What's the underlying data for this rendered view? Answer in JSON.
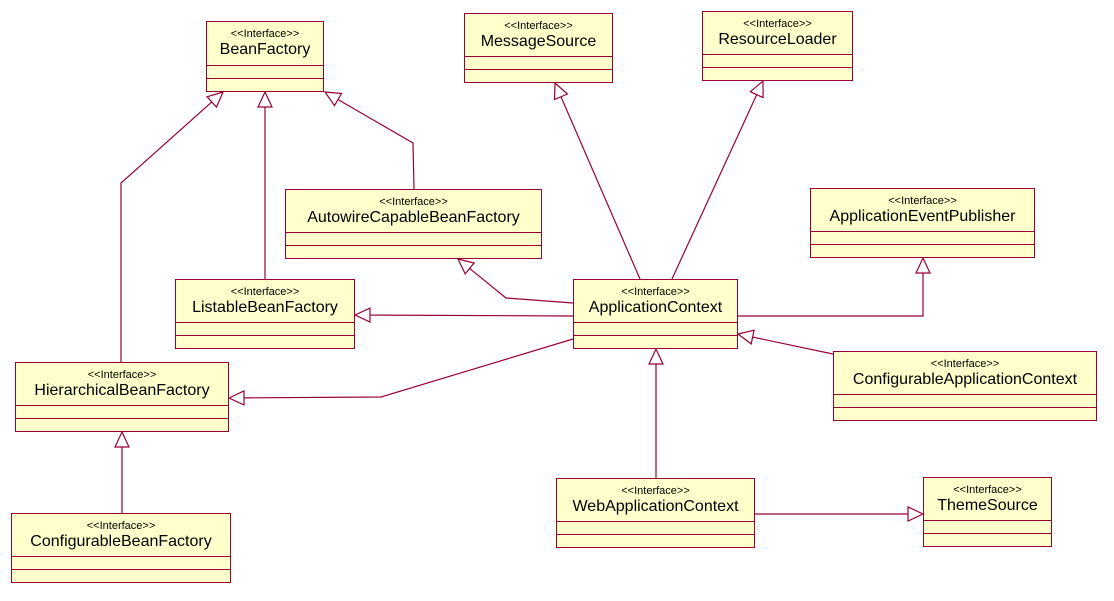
{
  "colors": {
    "line": "#990033",
    "fill": "#ffffcc",
    "background": "#ffffff"
  },
  "stereotype": "<<Interface>>",
  "interfaces": {
    "bean_factory": "BeanFactory",
    "message_source": "MessageSource",
    "resource_loader": "ResourceLoader",
    "autowire_capable_bean_factory": "AutowireCapableBeanFactory",
    "application_event_publisher": "ApplicationEventPublisher",
    "listable_bean_factory": "ListableBeanFactory",
    "application_context": "ApplicationContext",
    "hierarchical_bean_factory": "HierarchicalBeanFactory",
    "configurable_application_context": "ConfigurableApplicationContext",
    "web_application_context": "WebApplicationContext",
    "theme_source": "ThemeSource",
    "configurable_bean_factory": "ConfigurableBeanFactory"
  },
  "relations": [
    {
      "from": "hierarchical_bean_factory",
      "to": "bean_factory",
      "type": "generalization"
    },
    {
      "from": "listable_bean_factory",
      "to": "bean_factory",
      "type": "generalization"
    },
    {
      "from": "autowire_capable_bean_factory",
      "to": "bean_factory",
      "type": "generalization"
    },
    {
      "from": "application_context",
      "to": "message_source",
      "type": "generalization"
    },
    {
      "from": "application_context",
      "to": "resource_loader",
      "type": "generalization"
    },
    {
      "from": "application_context",
      "to": "autowire_capable_bean_factory",
      "type": "generalization"
    },
    {
      "from": "application_context",
      "to": "listable_bean_factory",
      "type": "generalization"
    },
    {
      "from": "application_context",
      "to": "application_event_publisher",
      "type": "generalization"
    },
    {
      "from": "application_context",
      "to": "hierarchical_bean_factory",
      "type": "generalization"
    },
    {
      "from": "configurable_application_context",
      "to": "application_context",
      "type": "generalization"
    },
    {
      "from": "web_application_context",
      "to": "application_context",
      "type": "generalization"
    },
    {
      "from": "web_application_context",
      "to": "theme_source",
      "type": "generalization"
    },
    {
      "from": "configurable_bean_factory",
      "to": "hierarchical_bean_factory",
      "type": "generalization"
    }
  ]
}
